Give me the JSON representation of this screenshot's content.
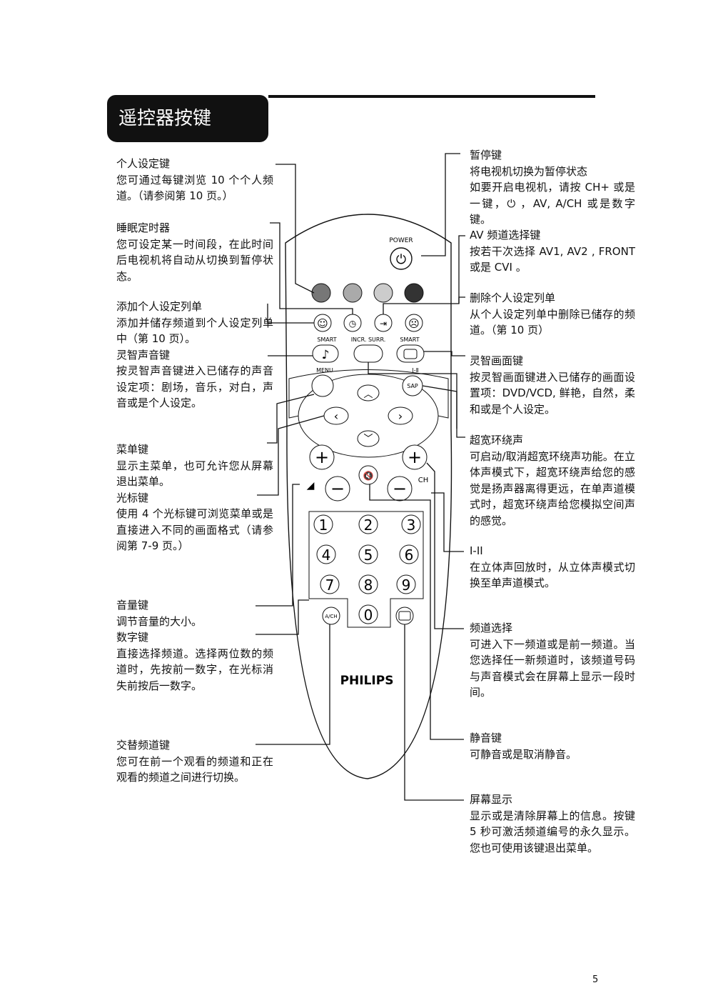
{
  "section_title": "遥控器按键",
  "page_number": "5",
  "remote": {
    "power_label": "POWER",
    "smart_left_label": "SMART",
    "incr_surr_label": "INCR. SURR.",
    "smart_right_label": "SMART",
    "menu_label": "MENU",
    "sap_label": "SAP",
    "ch_label": "CH",
    "ac_label": "A/CH",
    "brand": "PHILIPS",
    "digits": [
      "1",
      "2",
      "3",
      "4",
      "5",
      "6",
      "7",
      "8",
      "9",
      "0"
    ]
  },
  "left": [
    {
      "h": "个人设定键",
      "t": "您可通过每键浏览 10 个个人频道。（请参阅第 10 页。）"
    },
    {
      "h": "睡眠定时器",
      "t": "您可设定某一时间段，在此时间后电视机将自动从切换到暂停状态。"
    },
    {
      "h": "添加个人设定列单",
      "t": "添加并储存频道到个人设定列单中（第 10 页）。"
    },
    {
      "h": "灵智声音键",
      "t": "按灵智声音键进入已储存的声音设定项：剧场，音乐，对白，声音或是个人设定。"
    },
    {
      "h": "菜单键",
      "t": "显示主菜单，也可允许您从屏幕退出菜单。"
    },
    {
      "h": "光标键",
      "t": "使用 4 个光标键可浏览菜单或是直接进入不同的画面格式（请参阅第 7-9 页。）"
    },
    {
      "h": "音量键",
      "t": "调节音量的大小。"
    },
    {
      "h": "数字键",
      "t": "直接选择频道。选择两位数的频道时，先按前一数字，在光标消失前按后一数字。"
    },
    {
      "h": "交替频道键",
      "t": "您可在前一个观看的频道和正在观看的频道之间进行切换。"
    }
  ],
  "right": [
    {
      "h": "暂停键",
      "t": "将电视机切换为暂停状态"
    },
    {
      "h": "",
      "t": "如要开启电视机，请按 CH+ 或是一键，⏻ ，AV, A/CH 或是数字键。"
    },
    {
      "h": "AV 频道选择键",
      "t": "按若干次选择 AV1, AV2 , FRONT 或是 CVI 。"
    },
    {
      "h": "删除个人设定列单",
      "t": "从个人设定列单中删除已储存的频道。（第 10 页）"
    },
    {
      "h": "灵智画面键",
      "t": "按灵智画面键进入已储存的画面设置项：DVD/VCD, 鲜艳，自然，柔和或是个人设定。"
    },
    {
      "h": "超宽环绕声",
      "t": "可启动/取消超宽环绕声功能。在立体声模式下，超宽环绕声给您的感觉是扬声器离得更远，在单声道模式时，超宽环绕声给您模拟空间声的感觉。"
    },
    {
      "h": "I-II",
      "t": "在立体声回放时，从立体声模式切换至单声道模式。"
    },
    {
      "h": "频道选择",
      "t": "可进入下一频道或是前一频道。当您选择任一新频道时，该频道号码与声音模式会在屏幕上显示一段时间。"
    },
    {
      "h": "静音键",
      "t": "可静音或是取消静音。"
    },
    {
      "h": "屏幕显示",
      "t": "显示或是清除屏幕上的信息。按键 5 秒可激活频道编号的永久显示。您也可使用该键退出菜单。"
    }
  ]
}
